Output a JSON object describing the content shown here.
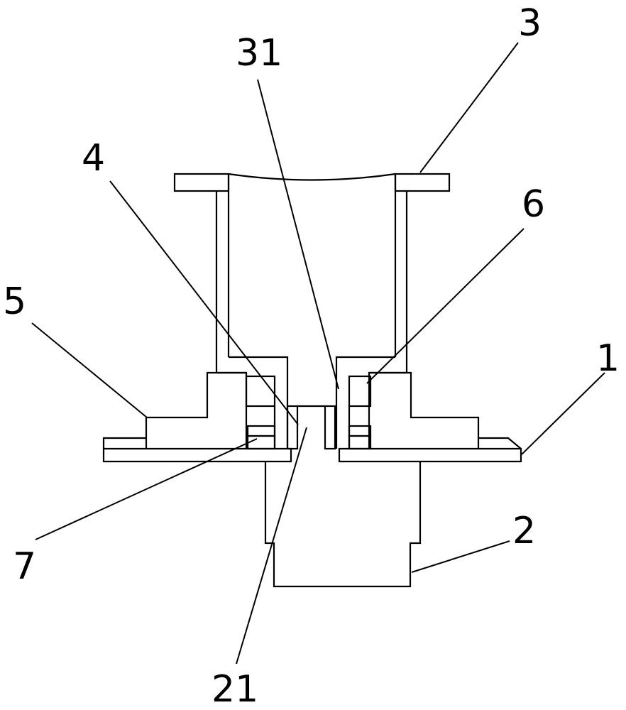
{
  "figure": {
    "callouts": [
      {
        "id": "1",
        "label": "1"
      },
      {
        "id": "2",
        "label": "2"
      },
      {
        "id": "3",
        "label": "3"
      },
      {
        "id": "31",
        "label": "31"
      },
      {
        "id": "4",
        "label": "4"
      },
      {
        "id": "5",
        "label": "5"
      },
      {
        "id": "6",
        "label": "6"
      },
      {
        "id": "7",
        "label": "7"
      },
      {
        "id": "21",
        "label": "21"
      }
    ]
  },
  "colors": {
    "line": "#000000",
    "background": "#ffffff"
  }
}
